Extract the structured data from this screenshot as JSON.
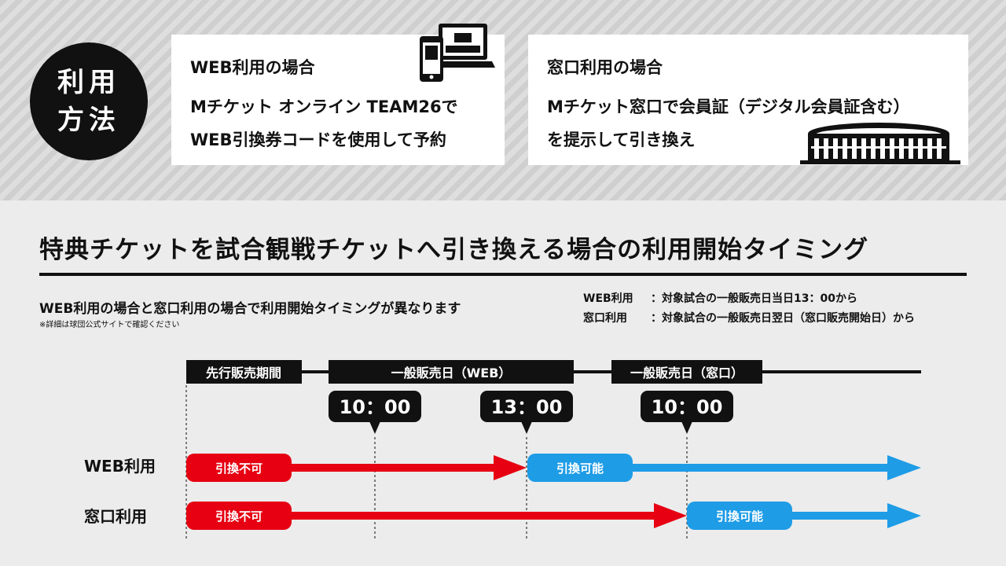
{
  "method_badge": {
    "line1": "利用",
    "line2": "方法"
  },
  "web_card": {
    "title": "WEB利用の場合",
    "line1": "Mチケット オンライン TEAM26で",
    "line2": "WEB引換券コードを使用して予約",
    "icon": "devices-icon"
  },
  "counter_card": {
    "title": "窓口利用の場合",
    "line1": "Mチケット窓口で会員証（デジタル会員証含む）",
    "line2": "を提示して引き換え",
    "icon": "stadium-icon"
  },
  "main_title": "特典チケットを試合観戦チケットへ引き換える場合の利用開始タイミング",
  "subheading": "WEB利用の場合と窓口利用の場合で利用開始タイミングが異なります",
  "note": "※詳細は球団公式サイトで確認ください",
  "rules": [
    {
      "label": "WEB利用",
      "value": "：対象試合の一般販売日当日13：00から"
    },
    {
      "label": "窓口利用",
      "value": "：対象試合の一般販売日翌日（窓口販売開始日）から"
    }
  ],
  "timeline": {
    "periods": [
      "先行販売期間",
      "一般販売日（WEB）",
      "一般販売日（窓口）"
    ],
    "times": [
      "10：00",
      "13：00",
      "10：00"
    ],
    "rows": [
      {
        "label": "WEB利用",
        "unavailable": "引換不可",
        "available": "引換可能"
      },
      {
        "label": "窓口利用",
        "unavailable": "引換不可",
        "available": "引換可能"
      }
    ]
  },
  "colors": {
    "unavailable": "#e60012",
    "available": "#1e9ce6",
    "dark": "#111111"
  }
}
